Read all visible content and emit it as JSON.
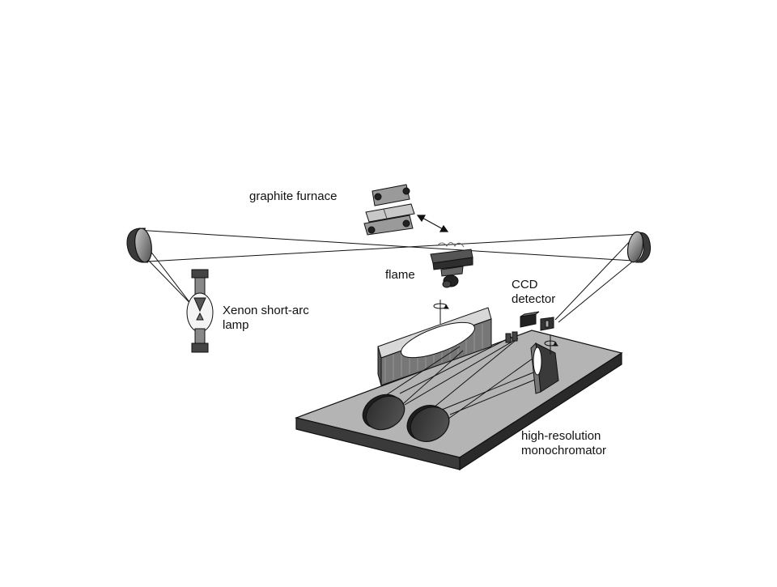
{
  "labels": {
    "graphite_furnace": "graphite furnace",
    "flame": "flame",
    "xenon_line1": "Xenon short-arc",
    "xenon_line2": "lamp",
    "ccd_line1": "CCD",
    "ccd_line2": "detector",
    "mono_line1": "high-resolution",
    "mono_line2": "monochromator"
  },
  "colors": {
    "ink": "#111111",
    "dark_gray": "#3c3c3c",
    "mid_gray": "#8a8a8a",
    "light_gray": "#bdbdbd",
    "white": "#ffffff"
  }
}
